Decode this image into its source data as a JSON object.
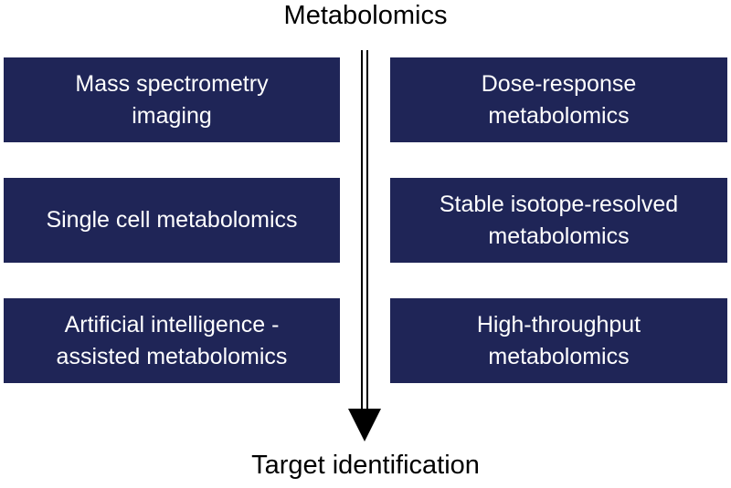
{
  "diagram": {
    "top_label": "Metabolomics",
    "bottom_label": "Target identification",
    "box_fill_color": "#1f2557",
    "box_text_color": "#ffffff",
    "boxes": {
      "left": [
        {
          "lines": [
            "Mass spectrometry",
            "imaging"
          ]
        },
        {
          "lines": [
            "Single cell metabolomics"
          ]
        },
        {
          "lines": [
            "Artificial intelligence -",
            "assisted metabolomics"
          ]
        }
      ],
      "right": [
        {
          "lines": [
            "Dose-response",
            "metabolomics"
          ]
        },
        {
          "lines": [
            "Stable isotope-resolved",
            "metabolomics"
          ]
        },
        {
          "lines": [
            "High-throughput",
            "metabolomics"
          ]
        }
      ]
    }
  }
}
